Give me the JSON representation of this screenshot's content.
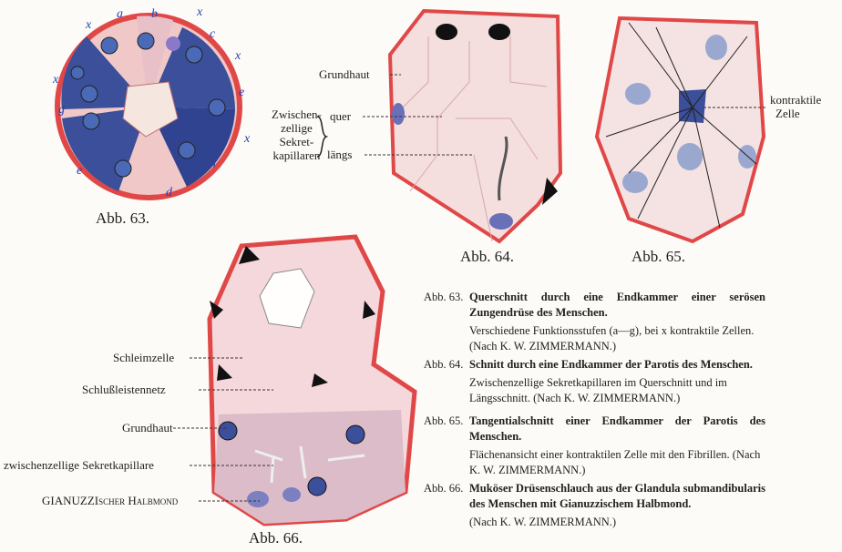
{
  "fig63": {
    "caption": "Abb. 63.",
    "letters": [
      "x",
      "a",
      "b",
      "x",
      "c",
      "x",
      "x",
      "g",
      "e",
      "x",
      "e",
      "f",
      "d"
    ]
  },
  "fig64": {
    "caption": "Abb. 64.",
    "grundhaut": "Grundhaut",
    "zwischen": [
      "Zwischen-",
      "zellige",
      "Sekret-",
      "kapillaren"
    ],
    "quer": "quer",
    "laengs": "längs"
  },
  "fig65": {
    "caption": "Abb. 65.",
    "kontraktile": "kontraktile",
    "zelle": "Zelle"
  },
  "fig66": {
    "caption": "Abb. 66.",
    "labels": [
      "Schleimzelle",
      "Schlußleistennetz",
      "Grundhaut",
      "zwischenzellige Sekretkapillare",
      "GIANUZZIscher Halbmond"
    ]
  },
  "captions": [
    {
      "num": "Abb. 63.",
      "title": "Querschnitt durch eine Endkammer einer serösen Zungendrüse des Menschen.",
      "note": "Verschiedene Funktionsstufen (a—g), bei x kontraktile Zellen. (Nach K. W. ZIMMERMANN.)"
    },
    {
      "num": "Abb. 64.",
      "title": "Schnitt durch eine Endkammer der Parotis des Menschen.",
      "note": "Zwischenzellige Sekretkapillaren im Querschnitt und im Längsschnitt. (Nach K. W. ZIMMERMANN.)"
    },
    {
      "num": "Abb. 65.",
      "title": "Tangentialschnitt einer Endkammer der Parotis des Menschen.",
      "note": "Flächenansicht einer kontraktilen Zelle mit den Fibrillen. (Nach K. W. ZIMMERMANN.)"
    },
    {
      "num": "Abb. 66.",
      "title": "Muköser Drüsenschlauch aus der Glandula submandibularis des Menschen mit Gianuzzischem Halbmond.",
      "note": "(Nach K. W. ZIMMERMANN.)"
    }
  ],
  "colors": {
    "membrane": "#e04848",
    "cytoplasm": "#f3d6d6",
    "nucleus": "#4a5fb0",
    "stain": "#3b4f9a",
    "ink": "#111111"
  }
}
